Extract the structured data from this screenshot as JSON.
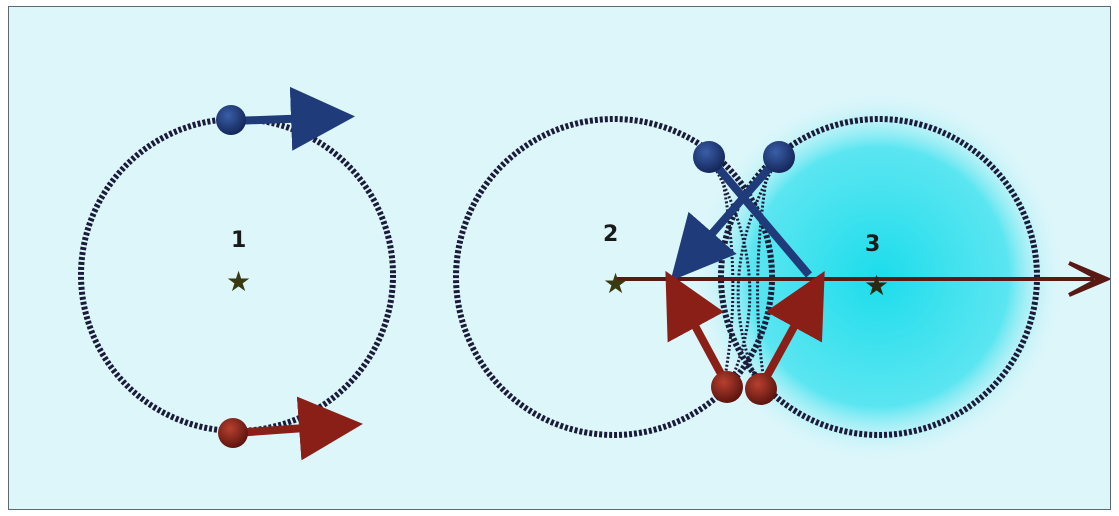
{
  "labels": {
    "one": "1",
    "two": "2",
    "three": "3"
  },
  "colors": {
    "background": "#dcf6fa",
    "orbit": "#1b1b3a",
    "blue": "#1f3b7a",
    "red": "#8a1f18",
    "brown_arrow": "#5a1a14",
    "glow": "#12dbea",
    "star": "#3a3a12"
  },
  "icons": [
    "star-icon",
    "orbit-path",
    "blue-electron",
    "red-electron",
    "arrow-icon"
  ]
}
